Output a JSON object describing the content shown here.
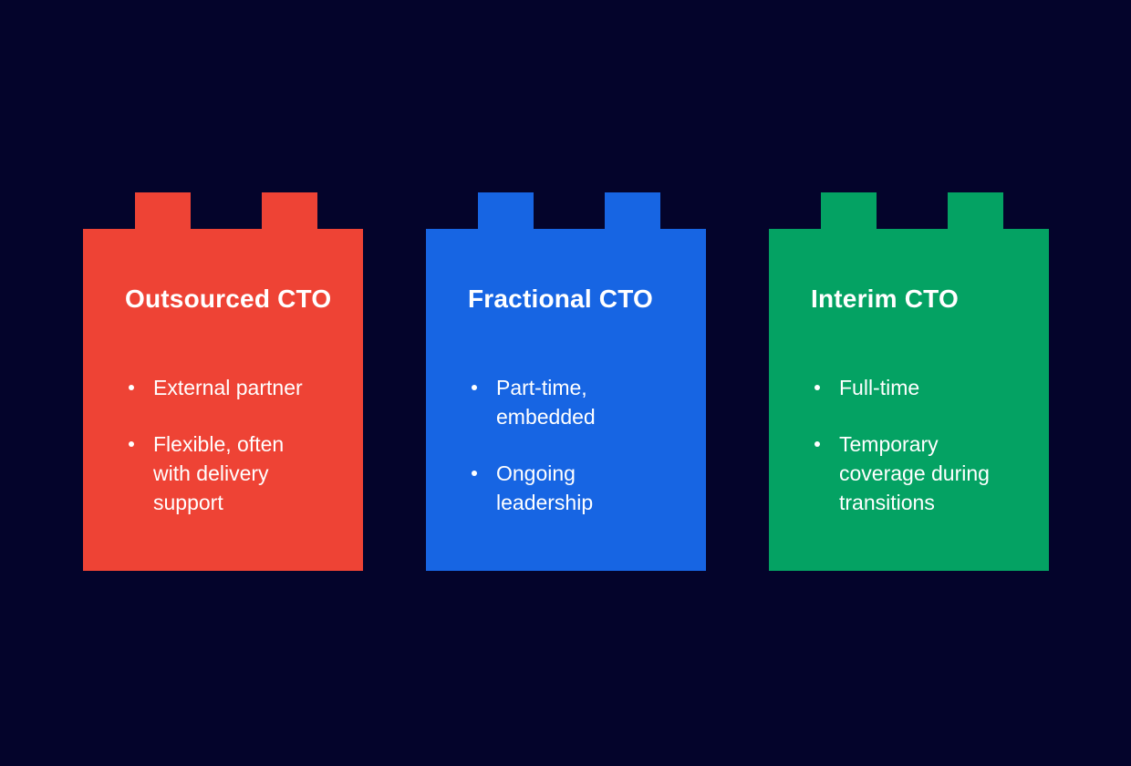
{
  "background_color": "#04042B",
  "text_color": "#FFFFFF",
  "bullet_char": "•",
  "cards": [
    {
      "title": "Outsourced CTO",
      "color": "#EE4335",
      "bullets": [
        "External partner",
        "Flexible, often with delivery support"
      ]
    },
    {
      "title": "Fractional CTO",
      "color": "#1765E3",
      "bullets": [
        "Part-time, embedded",
        "Ongoing leadership"
      ]
    },
    {
      "title": "Interim CTO",
      "color": "#04A263",
      "bullets": [
        "Full-time",
        "Temporary coverage during transitions"
      ]
    }
  ]
}
